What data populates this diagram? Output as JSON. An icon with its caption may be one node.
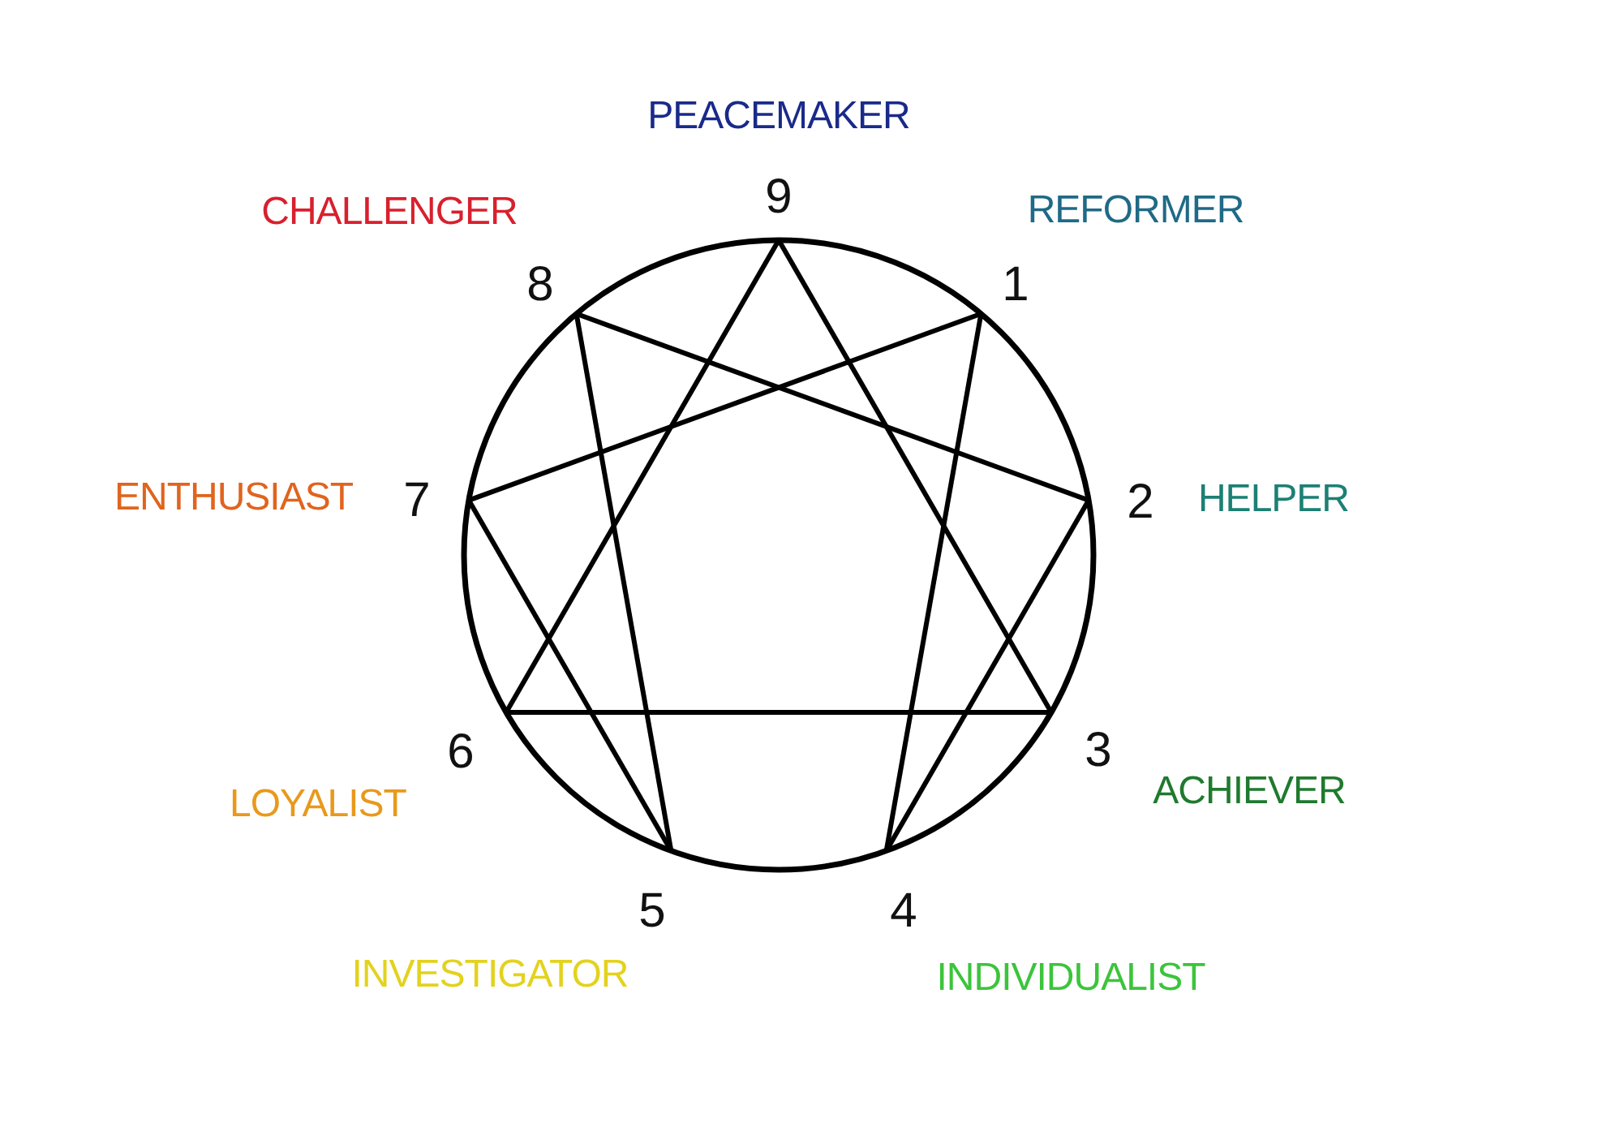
{
  "diagram": {
    "nodes": [
      {
        "text": [
          "9"
        ],
        "beside": [
          "PEACEMAKER"
        ]
      },
      {
        "text": [
          "1"
        ],
        "beside": [
          "REFORMER"
        ]
      },
      {
        "text": [
          "2"
        ],
        "beside": [
          "HELPER"
        ]
      },
      {
        "text": [
          "3"
        ],
        "beside": [
          "ACHIEVER"
        ]
      },
      {
        "text": [
          "4"
        ],
        "beside": [
          "INDIVIDUALIST"
        ]
      },
      {
        "text": [
          "5"
        ],
        "beside": [
          "INVESTIGATOR"
        ]
      },
      {
        "text": [
          "6"
        ],
        "beside": [
          "LOYALIST"
        ]
      },
      {
        "text": [
          "7"
        ],
        "beside": [
          "ENTHUSIAST"
        ]
      },
      {
        "text": [
          "8"
        ],
        "beside": [
          "CHALLENGER"
        ]
      }
    ],
    "edges": [
      {
        "from": 0,
        "to": 3,
        "arrow": "none"
      },
      {
        "from": 3,
        "to": 6,
        "arrow": "none"
      },
      {
        "from": 6,
        "to": 0,
        "arrow": "none"
      },
      {
        "from": 1,
        "to": 4,
        "arrow": "none"
      },
      {
        "from": 4,
        "to": 2,
        "arrow": "none"
      },
      {
        "from": 2,
        "to": 8,
        "arrow": "none"
      },
      {
        "from": 8,
        "to": 5,
        "arrow": "none"
      },
      {
        "from": 5,
        "to": 7,
        "arrow": "none"
      },
      {
        "from": 7,
        "to": 1,
        "arrow": "none"
      }
    ]
  }
}
